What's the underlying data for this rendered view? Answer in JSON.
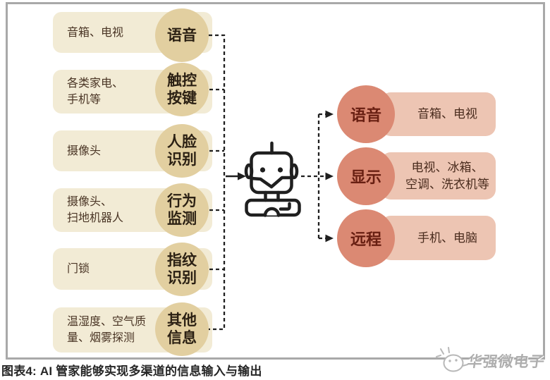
{
  "figure": {
    "caption": "图表4: AI 管家能够实现多渠道的信息输入与输出",
    "watermark": "华强微电子"
  },
  "left_rows": [
    {
      "source": "音箱、电视",
      "channel": "语音"
    },
    {
      "source": "各类家电、\n手机等",
      "channel": "触控\n按键"
    },
    {
      "source": "摄像头",
      "channel": "人脸\n识别"
    },
    {
      "source": "摄像头、\n扫地机器人",
      "channel": "行为\n监测"
    },
    {
      "source": "门锁",
      "channel": "指纹\n识别"
    },
    {
      "source": "温湿度、空气质\n量、烟雾探测",
      "channel": "其他\n信息"
    }
  ],
  "right_rows": [
    {
      "channel": "语音",
      "devices": "音箱、电视"
    },
    {
      "channel": "显示",
      "devices": "电视、冰箱、\n空调、洗衣机等"
    },
    {
      "channel": "远程",
      "devices": "手机、电脑"
    }
  ],
  "icons": {
    "center": "robot-icon",
    "watermark": "mascot-face-icon"
  },
  "palette": {
    "left_box_bg": "#f2ebd5",
    "left_circle_bg": "#e2cfa0",
    "left_text": "#4a3525",
    "left_circle_text": "#2b2013",
    "right_circle_bg": "#db8973",
    "right_circle_text": "#681f12",
    "right_box_bg": "#edc5b3",
    "right_box_text": "#4a2c1e",
    "line_color": "#1f1f1f",
    "frame_border": "#a9a9a9",
    "watermark_gray": "#aeaeae"
  }
}
